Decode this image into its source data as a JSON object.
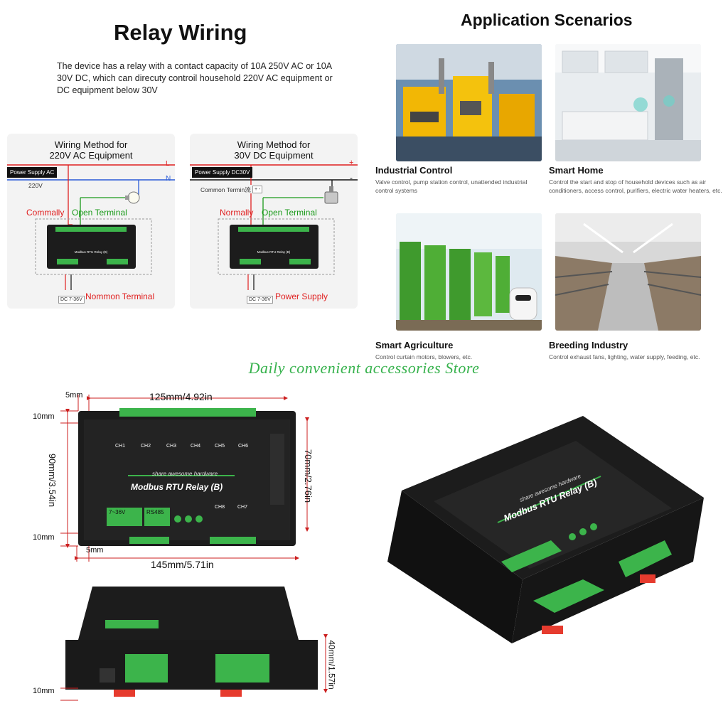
{
  "relay": {
    "title": "Relay Wiring",
    "description": "The device has a relay with a contact capacity of 10A 250V AC or 10A 30V DC, which can direcuty controil household 220V AC equipment or DC equipment below 30V",
    "ac_panel": {
      "title_line1": "Wiring Method for",
      "title_line2": "220V AC Equipment",
      "power_supply": "Power Supply AC",
      "voltage": "220V",
      "line_L": "L",
      "line_N": "N",
      "commally": "Commally",
      "open_terminal": "Open Terminal",
      "nommon_terminal": "Nommon Terminal",
      "dc_input": "DC 7-36V"
    },
    "dc_panel": {
      "title_line1": "Wiring Method for",
      "title_line2": "30V DC Equipment",
      "power_supply": "Power Supply DC30V",
      "common_terminal": "Common Termin流",
      "plus": "+",
      "minus": "-",
      "normally": "Normally",
      "open_terminal": "Open Terminal",
      "power_supply_label": "Power Supply",
      "dc_input": "DC 7-36V"
    }
  },
  "applications": {
    "title": "Application Scenarios",
    "items": [
      {
        "name": "Industrial Control",
        "desc": "Valve control, pump station control, unattended industrial control systems"
      },
      {
        "name": "Smart Home",
        "desc": "Control the start and stop of household devices such as air conditioners, access control, purifiers, electric water heaters, etc."
      },
      {
        "name": "Smart Agriculture",
        "desc": "Control curtain motors, blowers, etc."
      },
      {
        "name": "Breeding Industry",
        "desc": "Control exhaust fans, lighting, water supply, feeding, etc."
      }
    ]
  },
  "store_banner": "Daily convenient accessories Store",
  "device": {
    "slogan": "share awesome hardware",
    "model": "Modbus RTU Relay (B)",
    "power_label": "7~36V",
    "bus_label": "RS485",
    "channels": [
      "CH1",
      "CH2",
      "CH3",
      "CH4",
      "CH5",
      "CH6",
      "CH8",
      "CH7"
    ]
  },
  "dimensions": {
    "width_inner": "125mm/4.92in",
    "width_outer": "145mm/5.71in",
    "height_outer": "90mm/3.54in",
    "height_inner": "70mm/2.76in",
    "depth": "40mm/1.57in",
    "margin_5": "5mm",
    "margin_10": "10mm"
  },
  "colors": {
    "accent_green": "#37b24d",
    "wire_red": "#e02020",
    "wire_blue": "#2a5bd7",
    "terminal_green": "#3cb44b",
    "device_black": "#1c1c1c"
  }
}
